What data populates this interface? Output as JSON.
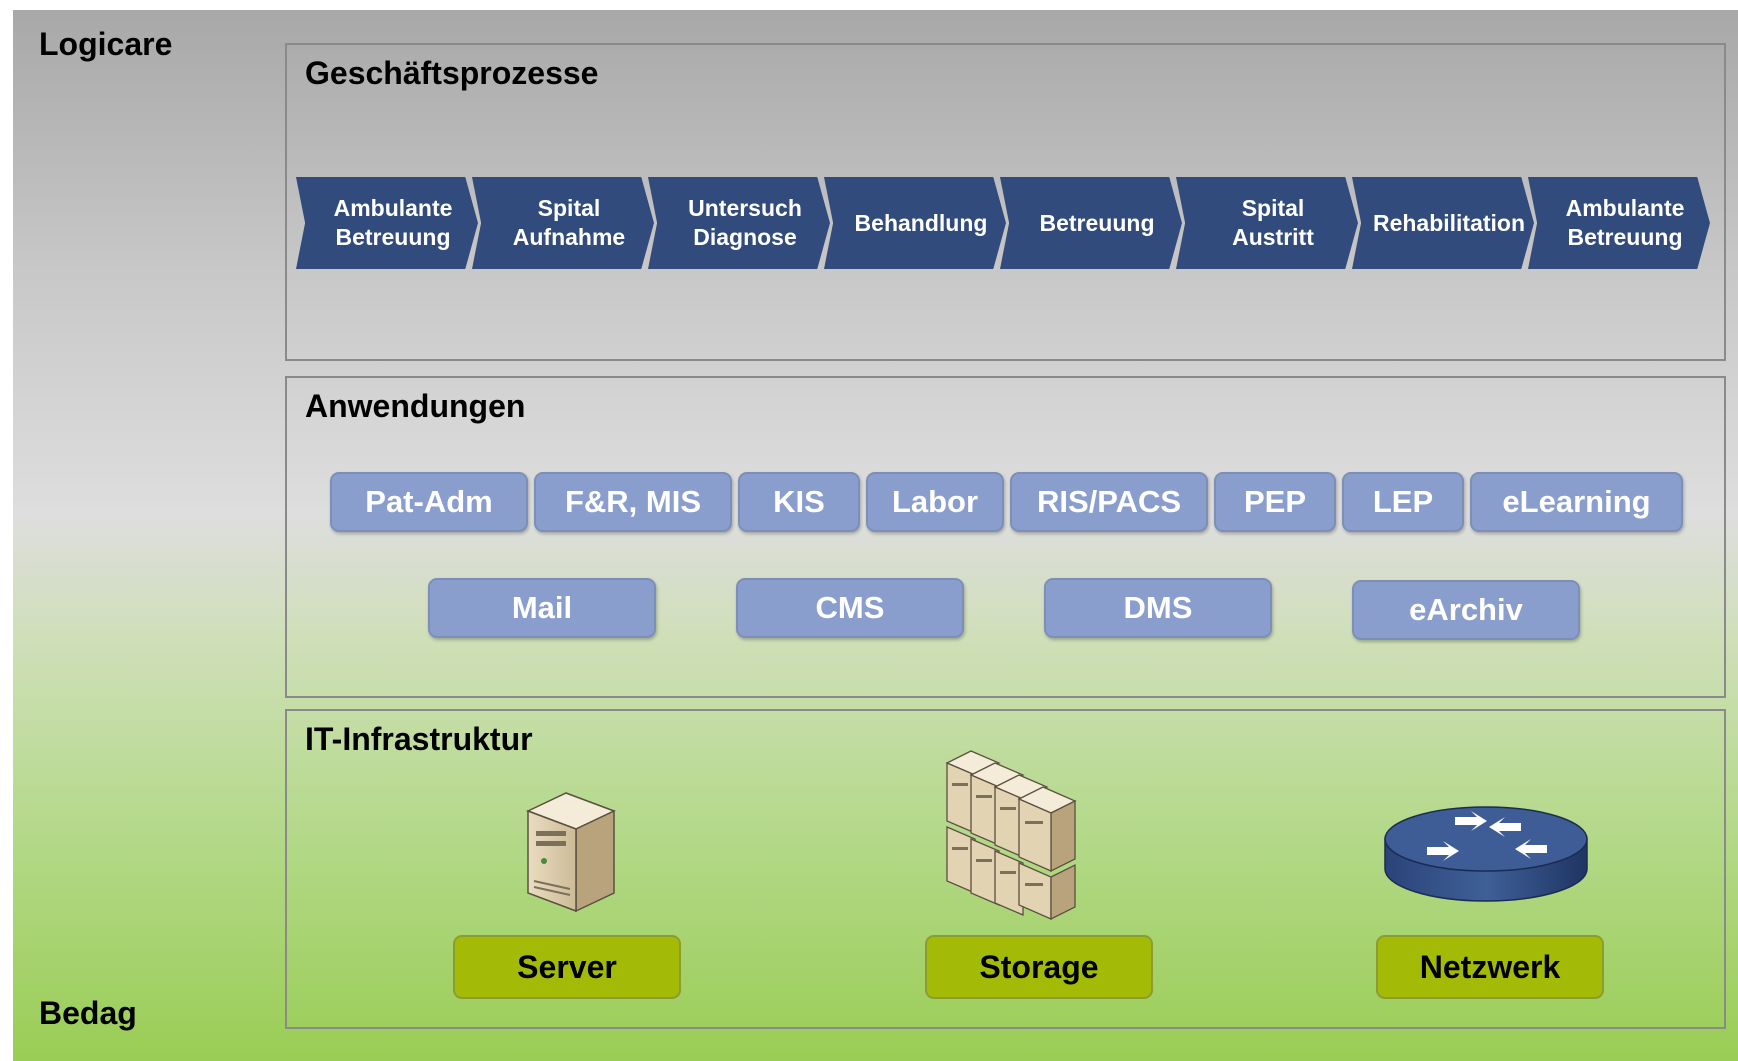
{
  "labels": {
    "top": "Logicare",
    "bottom": "Bedag"
  },
  "process_layer": {
    "title": "Geschäftsprozesse",
    "steps": [
      {
        "line1": "Ambulante",
        "line2": "Betreuung"
      },
      {
        "line1": "Spital",
        "line2": "Aufnahme"
      },
      {
        "line1": "Untersuch",
        "line2": "Diagnose"
      },
      {
        "line1": "Behandlung",
        "line2": ""
      },
      {
        "line1": "Betreuung",
        "line2": ""
      },
      {
        "line1": "Spital",
        "line2": "Austritt"
      },
      {
        "line1": "Rehabilitation",
        "line2": ""
      },
      {
        "line1": "Ambulante",
        "line2": "Betreuung"
      }
    ]
  },
  "apps_layer": {
    "title": "Anwendungen",
    "row1": [
      "Pat-Adm",
      "F&R, MIS",
      "KIS",
      "Labor",
      "RIS/PACS",
      "PEP",
      "LEP",
      "eLearning"
    ],
    "row2": [
      "Mail",
      "CMS",
      "DMS",
      "eArchiv"
    ]
  },
  "infra_layer": {
    "title": "IT-Infrastruktur",
    "items": [
      {
        "label": "Server",
        "icon": "server-icon"
      },
      {
        "label": "Storage",
        "icon": "storage-rack-icon"
      },
      {
        "label": "Netzwerk",
        "icon": "router-icon"
      }
    ]
  },
  "colors": {
    "process": "#304b7c",
    "app": "#8a9ece",
    "infra": "#a3bb06",
    "router": "#2f4b7d"
  }
}
